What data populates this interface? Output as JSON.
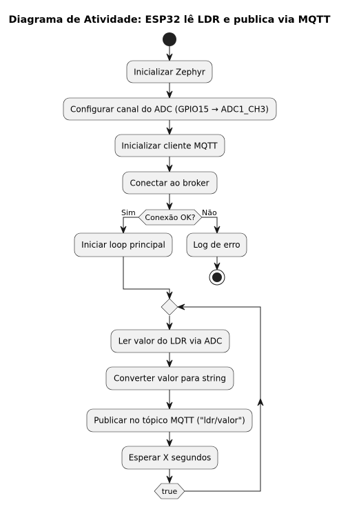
{
  "title": "Diagrama de Atividade: ESP32 lê LDR e publica via MQTT",
  "activities": {
    "init_zephyr": "Inicializar Zephyr",
    "config_adc": "Configurar canal do ADC (GPIO15 → ADC1_CH3)",
    "init_mqtt": "Inicializar cliente MQTT",
    "connect_broker": "Conectar ao broker",
    "start_loop": "Iniciar loop principal",
    "log_error": "Log de erro",
    "read_ldr": "Ler valor do LDR via ADC",
    "convert_value": "Converter valor para string",
    "publish_topic": "Publicar no tópico MQTT (\"ldr/valor\")",
    "wait": "Esperar X segundos"
  },
  "decisions": {
    "connection_ok": "Conexão OK?",
    "loop_condition": "true"
  },
  "branches": {
    "yes": "Sim",
    "no": "Não"
  }
}
